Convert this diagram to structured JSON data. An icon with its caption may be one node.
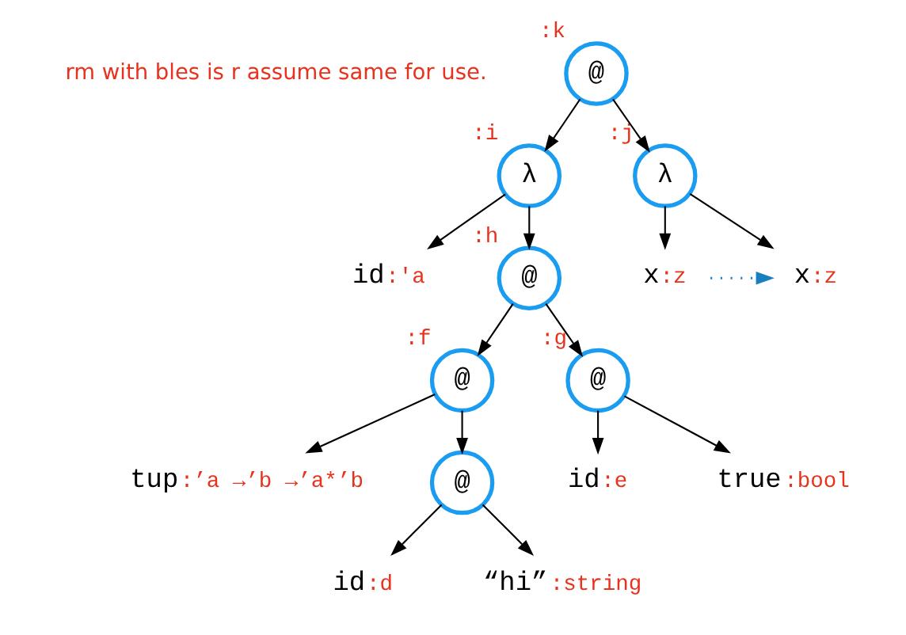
{
  "diagram": {
    "nodes": [
      {
        "text": [
          "@"
        ],
        "beside": [
          ":k"
        ]
      },
      {
        "text": [
          "λ"
        ],
        "beside": [
          ":i"
        ]
      },
      {
        "text": [
          "λ"
        ],
        "beside": [
          ":j"
        ]
      },
      {
        "text": [
          "id"
        ],
        "beside": [
          ":'a"
        ]
      },
      {
        "text": [
          "@"
        ],
        "beside": [
          ":h"
        ]
      },
      {
        "text": [
          "x"
        ],
        "beside": [
          ":z"
        ]
      },
      {
        "text": [
          "x"
        ],
        "beside": [
          ":z"
        ]
      },
      {
        "text": [
          "@"
        ],
        "beside": [
          ":f"
        ]
      },
      {
        "text": [
          "@"
        ],
        "beside": [
          ":g"
        ]
      },
      {
        "text": [
          "tup"
        ],
        "beside": [
          ":’a →’b →’a*’b"
        ]
      },
      {
        "text": [
          "@"
        ]
      },
      {
        "text": [
          "id"
        ],
        "beside": [
          ":e"
        ]
      },
      {
        "text": [
          "true"
        ],
        "beside": [
          ":bool"
        ]
      },
      {
        "text": [
          "id"
        ],
        "beside": [
          ":d"
        ]
      },
      {
        "text": [
          "“hi”"
        ],
        "beside": [
          ":string"
        ]
      }
    ],
    "edges": [
      {
        "from": 0,
        "to": 1,
        "arrow": "to"
      },
      {
        "from": 0,
        "to": 2,
        "arrow": "to"
      },
      {
        "from": 1,
        "to": 3,
        "arrow": "to"
      },
      {
        "from": 1,
        "to": 4,
        "arrow": "to"
      },
      {
        "from": 2,
        "to": 5,
        "arrow": "to"
      },
      {
        "from": 2,
        "to": 6,
        "arrow": "to"
      },
      {
        "from": 5,
        "to": 6,
        "arrow": "to",
        "style": "dashed",
        "color": "#1a7fbf"
      },
      {
        "from": 4,
        "to": 7,
        "arrow": "to"
      },
      {
        "from": 4,
        "to": 8,
        "arrow": "to"
      },
      {
        "from": 7,
        "to": 9,
        "arrow": "to"
      },
      {
        "from": 7,
        "to": 10,
        "arrow": "to"
      },
      {
        "from": 8,
        "to": 11,
        "arrow": "to"
      },
      {
        "from": 8,
        "to": 12,
        "arrow": "to"
      },
      {
        "from": 10,
        "to": 13,
        "arrow": "to"
      },
      {
        "from": 10,
        "to": 14,
        "arrow": "to"
      }
    ],
    "labels": [
      "rm with bles is r assume same for use."
    ]
  }
}
